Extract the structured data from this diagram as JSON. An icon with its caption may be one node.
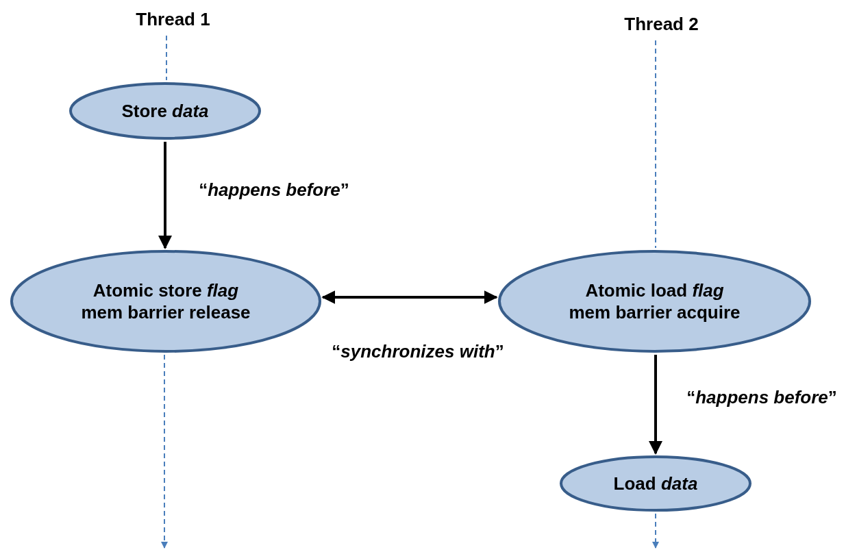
{
  "diagram": {
    "nodes": [
      {
        "text": [
          "Thread 1"
        ]
      },
      {
        "text": [
          "Store *data*"
        ]
      },
      {
        "text": [
          "Atomic store *flag* mem barrier release"
        ]
      },
      {
        "text": [
          "Thread 2"
        ]
      },
      {
        "text": [
          "Atomic load *flag* mem barrier acquire"
        ]
      },
      {
        "text": [
          "Load *data*"
        ]
      }
    ],
    "edges": [
      {
        "from": 0,
        "to": 1,
        "arrow": "none",
        "style": "dashed",
        "color": "#4a7ebb"
      },
      {
        "from": 1,
        "to": 2,
        "arrow": "to",
        "label": "“*happens before*”",
        "style": "thick",
        "color": "#000000"
      },
      {
        "from": 2,
        "to": 4,
        "arrow": "both",
        "label": "“*synchronizes with*”",
        "style": "thick",
        "color": "#000000"
      },
      {
        "from": 2,
        "to": null,
        "arrow": "to",
        "style": "dashed",
        "color": "#4a7ebb"
      },
      {
        "from": 3,
        "to": 4,
        "arrow": "none",
        "style": "dashed",
        "color": "#4a7ebb"
      },
      {
        "from": 4,
        "to": 5,
        "arrow": "to",
        "label": "“*happens before*”",
        "style": "thick",
        "color": "#000000"
      },
      {
        "from": 5,
        "to": null,
        "arrow": "to",
        "style": "dashed",
        "color": "#4a7ebb"
      }
    ]
  }
}
